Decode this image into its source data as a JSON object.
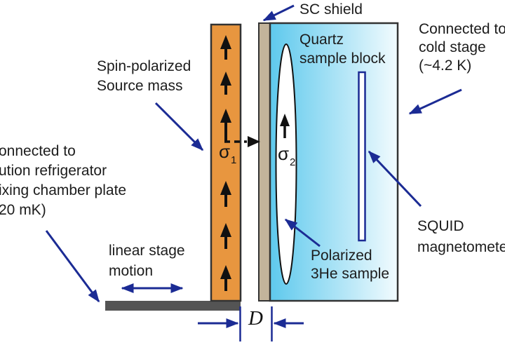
{
  "labels": {
    "sc_shield": "SC shield",
    "quartz": [
      "Quartz",
      "sample block"
    ],
    "cold_stage": [
      "Connected to",
      "cold stage",
      "(~4.2 K)"
    ],
    "spin_polarized": [
      "Spin-polarized",
      "Source mass"
    ],
    "dilution": [
      "onnected to",
      "ution refrigerator",
      "ixing chamber plate",
      "20 mK)"
    ],
    "linear_stage": [
      "linear stage",
      "motion"
    ],
    "polarized_sample": [
      "Polarized",
      "3He sample"
    ],
    "squid": [
      "SQUID",
      "magnetometer"
    ],
    "sigma1": {
      "symbol": "σ",
      "sub": "1"
    },
    "sigma2": {
      "symbol": "σ",
      "sub": "2"
    },
    "distance": "D"
  },
  "colors": {
    "source_mass_fill": "#e8963f",
    "shield_fill": "#c3b49b",
    "quartz_gradient_left": "#5ec9ed",
    "quartz_gradient_right": "#f2fbfe",
    "stage_fill": "#545454",
    "arrow_blue": "#1b2b94",
    "outline_dark": "#333333",
    "black": "#111111"
  }
}
